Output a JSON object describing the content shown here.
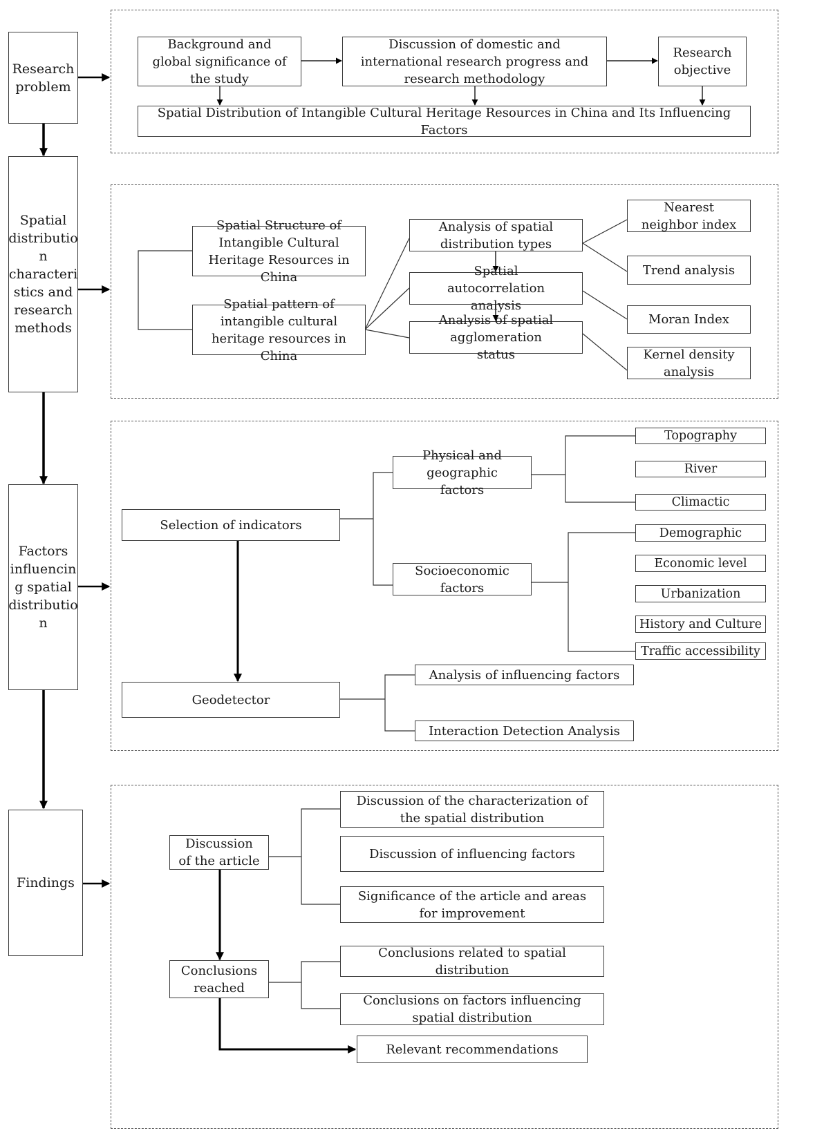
{
  "stages": {
    "research_problem": "Research problem",
    "spatial_distribution": "Spatial distributio n characteri stics and research methods",
    "factors": "Factors influencin g spatial distributio n",
    "findings": "Findings"
  },
  "research_problem_panel": {
    "background": "Background and global significance of the study",
    "discussion": "Discussion of domestic and international research progress and research methodology",
    "objective": "Research objective",
    "title": "Spatial Distribution of Intangible Cultural Heritage Resources in China and Its Influencing Factors"
  },
  "spatial_panel": {
    "structure": "Spatial Structure of Intangible Cultural Heritage Resources in China",
    "pattern": "Spatial pattern of intangible cultural heritage resources in China",
    "distribution_types": "Analysis of spatial distribution types",
    "autocorrelation": "Spatial autocorrelation analysis",
    "agglomeration": "Analysis of spatial agglomeration status",
    "nearest_neighbor": "Nearest neighbor index",
    "trend": "Trend analysis",
    "moran": "Moran Index",
    "kernel": "Kernel density analysis"
  },
  "factors_panel": {
    "selection": "Selection of indicators",
    "physical": "Physical and geographic factors",
    "socioeconomic": "Socioeconomic factors",
    "topography": "Topography",
    "river": "River",
    "climactic": "Climactic",
    "demographic": "Demographic",
    "economic": "Economic level",
    "urbanization": "Urbanization",
    "history": "History and Culture",
    "traffic": "Traffic accessibility",
    "geodetector": "Geodetector",
    "influencing": "Analysis of influencing factors",
    "interaction": "Interaction Detection Analysis"
  },
  "findings_panel": {
    "discussion": "Discussion of the article",
    "char": "Discussion of the characterization of the spatial distribution",
    "infl": "Discussion of influencing factors",
    "signif": "Significance of the article and areas for improvement",
    "conclusions": "Conclusions reached",
    "concl_spatial": "Conclusions related to spatial distribution",
    "concl_factors": "Conclusions on factors influencing spatial distribution",
    "recommendations": "Relevant recommendations"
  }
}
